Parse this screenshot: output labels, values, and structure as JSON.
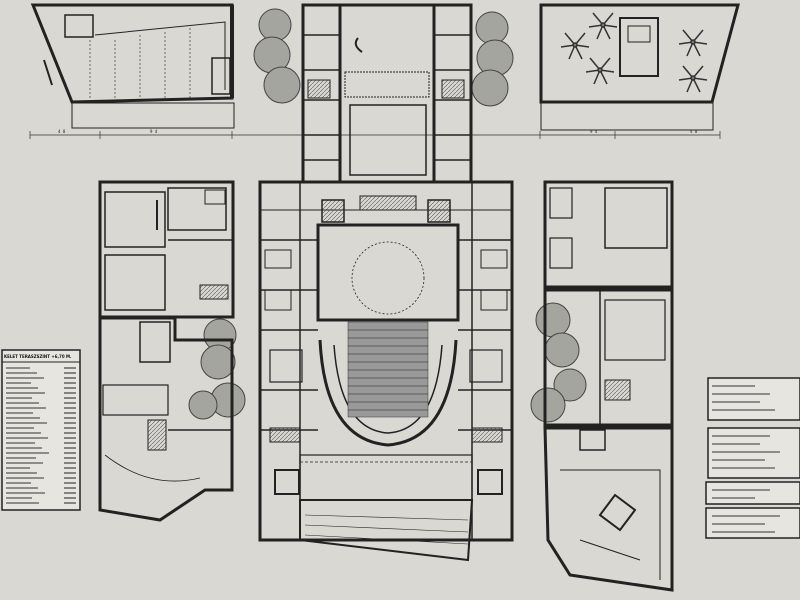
{
  "colors": {
    "paper": "#d9d8d3",
    "ink": "#1a1a1a",
    "wall": "#222222",
    "tree": "#9a9a96",
    "legend_paper": "#e6e5e0"
  },
  "legend_left": {
    "heading": "KELET TERASZSZINT +6,70 M.",
    "row_count": 28
  },
  "dimensions": {
    "left": "4 8",
    "left_mid": "9 4",
    "right_mid": "9 4",
    "right": "4 8"
  }
}
